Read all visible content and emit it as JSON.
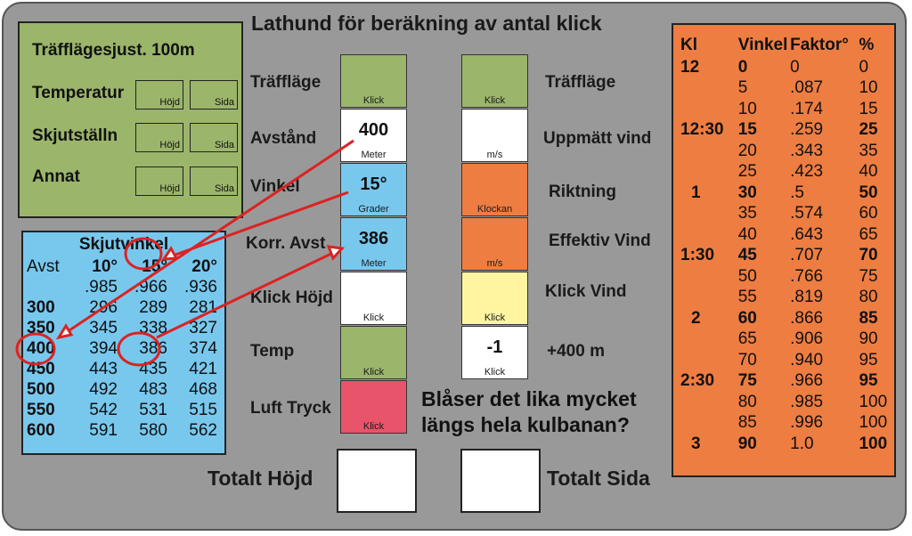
{
  "title": "Lathund för beräkning av antal klick",
  "colors": {
    "background": "#999999",
    "green": "#9bb56b",
    "blue": "#78c8ee",
    "orange": "#ee7d42",
    "red": "#e8546a",
    "yellow": "#fff5a0",
    "arrow": "#dd2222"
  },
  "green_panel": {
    "title": "Träfflägesjust. 100m",
    "rows": [
      {
        "label": "Temperatur",
        "hojd": "Höjd",
        "sida": "Sida"
      },
      {
        "label": "Skjutställn",
        "hojd": "Höjd",
        "sida": "Sida"
      },
      {
        "label": "Annat",
        "hojd": "Höjd",
        "sida": "Sida"
      }
    ]
  },
  "skjutvinkel": {
    "title": "Skjutvinkel",
    "header": [
      "Avst",
      "10°",
      "15°",
      "20°"
    ],
    "factors": [
      "",
      ".985",
      ".966",
      ".936"
    ],
    "rows": [
      [
        "300",
        "296",
        "289",
        "281"
      ],
      [
        "350",
        "345",
        "338",
        "327"
      ],
      [
        "400",
        "394",
        "386",
        "374"
      ],
      [
        "450",
        "443",
        "435",
        "421"
      ],
      [
        "500",
        "492",
        "483",
        "468"
      ],
      [
        "550",
        "542",
        "531",
        "515"
      ],
      [
        "600",
        "591",
        "580",
        "562"
      ]
    ]
  },
  "left_fields": [
    {
      "label": "Träffläge",
      "value": "",
      "caption": "Klick"
    },
    {
      "label": "Avstånd",
      "value": "400",
      "caption": "Meter"
    },
    {
      "label": "Vinkel",
      "value": "15°",
      "caption": "Grader"
    },
    {
      "label": "Korr. Avst",
      "value": "386",
      "caption": "Meter"
    },
    {
      "label": "Klick Höjd",
      "value": "",
      "caption": "Klick"
    },
    {
      "label": "Temp",
      "value": "",
      "caption": "Klick"
    },
    {
      "label": "Luft Tryck",
      "value": "",
      "caption": "Klick"
    }
  ],
  "right_fields": [
    {
      "label": "Träffläge",
      "value": "",
      "caption": "Klick"
    },
    {
      "label": "Uppmätt vind",
      "value": "",
      "caption": "m/s"
    },
    {
      "label": "Riktning",
      "value": "",
      "caption": "Klockan"
    },
    {
      "label": "Effektiv Vind",
      "value": "",
      "caption": "m/s"
    },
    {
      "label": "Klick Vind",
      "value": "",
      "caption": "Klick"
    },
    {
      "label": "+400 m",
      "value": "-1",
      "caption": "Klick"
    }
  ],
  "question_line1": "Blåser det lika mycket",
  "question_line2": "längs hela kulbanan?",
  "totals": {
    "hojd": "Totalt Höjd",
    "sida": "Totalt Sida"
  },
  "angle_table": {
    "header": [
      "Kl",
      "Vinkel",
      "Faktor°",
      "%"
    ],
    "rows": [
      [
        "12",
        "0",
        "0",
        "0"
      ],
      [
        "",
        "5",
        ".087",
        "10"
      ],
      [
        "",
        "10",
        ".174",
        "15"
      ],
      [
        "12:30",
        "15",
        ".259",
        "25"
      ],
      [
        "",
        "20",
        ".343",
        "35"
      ],
      [
        "",
        "25",
        ".423",
        "40"
      ],
      [
        "1",
        "30",
        ".5",
        "50"
      ],
      [
        "",
        "35",
        ".574",
        "60"
      ],
      [
        "",
        "40",
        ".643",
        "65"
      ],
      [
        "1:30",
        "45",
        ".707",
        "70"
      ],
      [
        "",
        "50",
        ".766",
        "75"
      ],
      [
        "",
        "55",
        ".819",
        "80"
      ],
      [
        "2",
        "60",
        ".866",
        "85"
      ],
      [
        "",
        "65",
        ".906",
        "90"
      ],
      [
        "",
        "70",
        ".940",
        "95"
      ],
      [
        "2:30",
        "75",
        ".966",
        "95"
      ],
      [
        "",
        "80",
        ".985",
        "100"
      ],
      [
        "",
        "85",
        ".996",
        "100"
      ],
      [
        "3",
        "90",
        "1.0",
        "100"
      ]
    ]
  }
}
